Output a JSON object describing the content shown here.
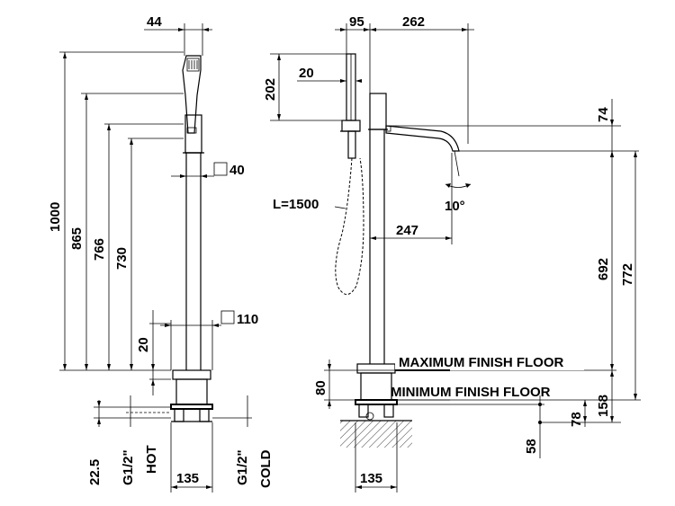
{
  "left_view": {
    "dim_top_width": "44",
    "dim_total_height": "1000",
    "dim_handshower_base": "865",
    "dim_control_top": "766",
    "dim_control_bottom": "730",
    "dim_base_gap": "20",
    "square_40": "40",
    "square_110": "110",
    "dim_pipe_offset": "22.5",
    "hot_thread": "G1/2\"",
    "hot_label": "HOT",
    "cold_thread": "G1/2\"",
    "cold_label": "COLD",
    "dim_base_width": "135"
  },
  "right_view": {
    "dim_offset_95": "95",
    "dim_spout_reach_262": "262",
    "dim_handle_width": "20",
    "dim_handle_height": "202",
    "dim_spout_74": "74",
    "hose_length": "L=1500",
    "spout_angle": "10°",
    "dim_spout_247": "247",
    "dim_spout_692": "692",
    "dim_spout_772": "772",
    "max_floor_label": "MAXIMUM FINISH FLOOR",
    "min_floor_label": "MINIMUM FINISH FLOOR",
    "dim_80": "80",
    "dim_158": "158",
    "dim_78": "78",
    "dim_58": "58",
    "dim_base_width": "135"
  }
}
